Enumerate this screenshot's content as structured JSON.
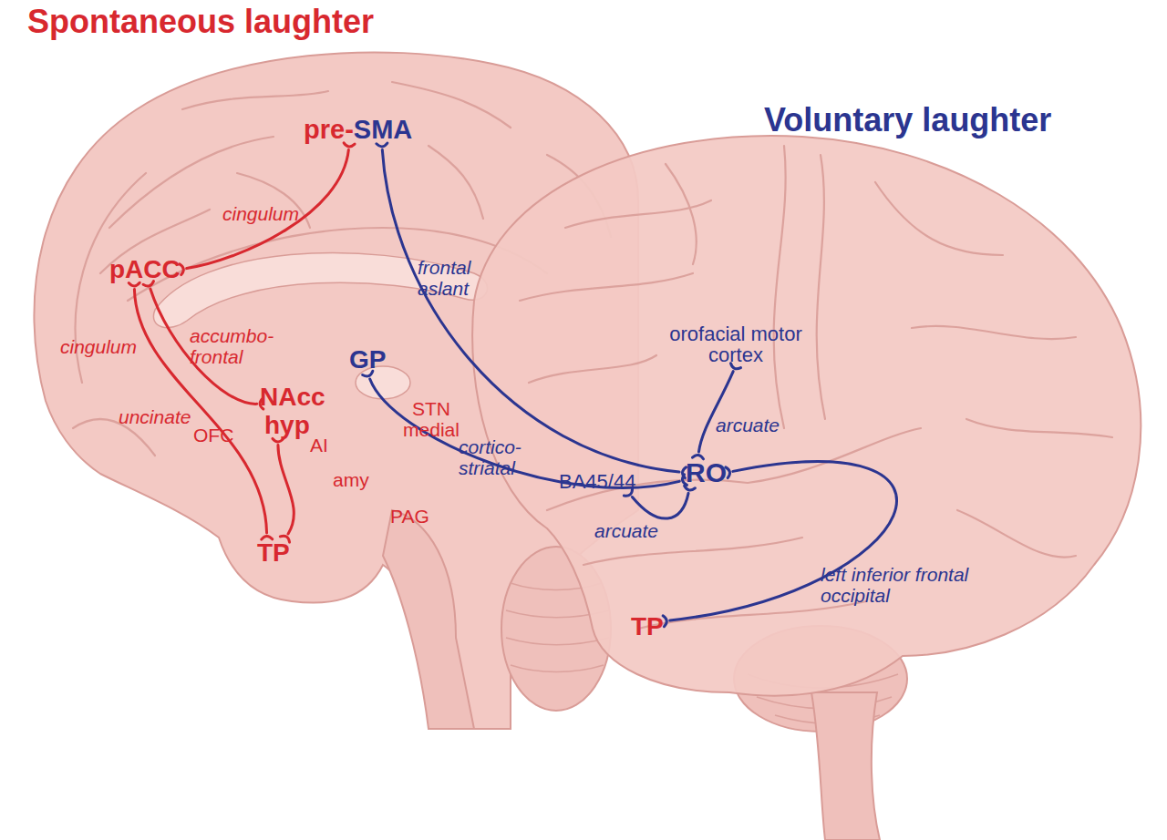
{
  "diagram": {
    "nodes": [
      {
        "text": [
          "pre-",
          "SMA"
        ]
      },
      {
        "text": [
          "pACC"
        ]
      },
      {
        "text": [
          "NAcc"
        ]
      },
      {
        "text": [
          "hyp"
        ]
      },
      {
        "text": [
          "TP"
        ]
      },
      {
        "text": [
          "GP"
        ]
      },
      {
        "text": [
          "orofacial motor cortex"
        ]
      },
      {
        "text": [
          "BA45/44"
        ]
      },
      {
        "text": [
          "RO"
        ]
      },
      {
        "text": [
          "TP"
        ]
      }
    ],
    "edges": [
      {
        "from": 1,
        "to": 0,
        "arrow": "both",
        "label": "cingulum"
      },
      {
        "from": 1,
        "to": 4,
        "arrow": "both",
        "label": "cingulum"
      },
      {
        "from": 1,
        "to": 2,
        "arrow": "both",
        "label": "accumbo- frontal"
      },
      {
        "from": 3,
        "to": 4,
        "arrow": "both"
      },
      {
        "from": 0,
        "to": 8,
        "arrow": "both",
        "label": "frontal aslant"
      },
      {
        "from": 5,
        "to": 8,
        "arrow": "both",
        "label": "cortico- striatal"
      },
      {
        "from": 8,
        "to": 6,
        "arrow": "both",
        "label": "arcuate"
      },
      {
        "from": 8,
        "to": 7,
        "arrow": "both",
        "label": "arcuate"
      },
      {
        "from": 8,
        "to": 9,
        "arrow": "both",
        "label": "left inferior frontal occipital"
      }
    ],
    "labels": [
      "Spontaneous laughter",
      "Voluntary laughter",
      "uncinate",
      "OFC",
      "AI",
      "amy",
      "STN medial",
      "PAG"
    ]
  }
}
